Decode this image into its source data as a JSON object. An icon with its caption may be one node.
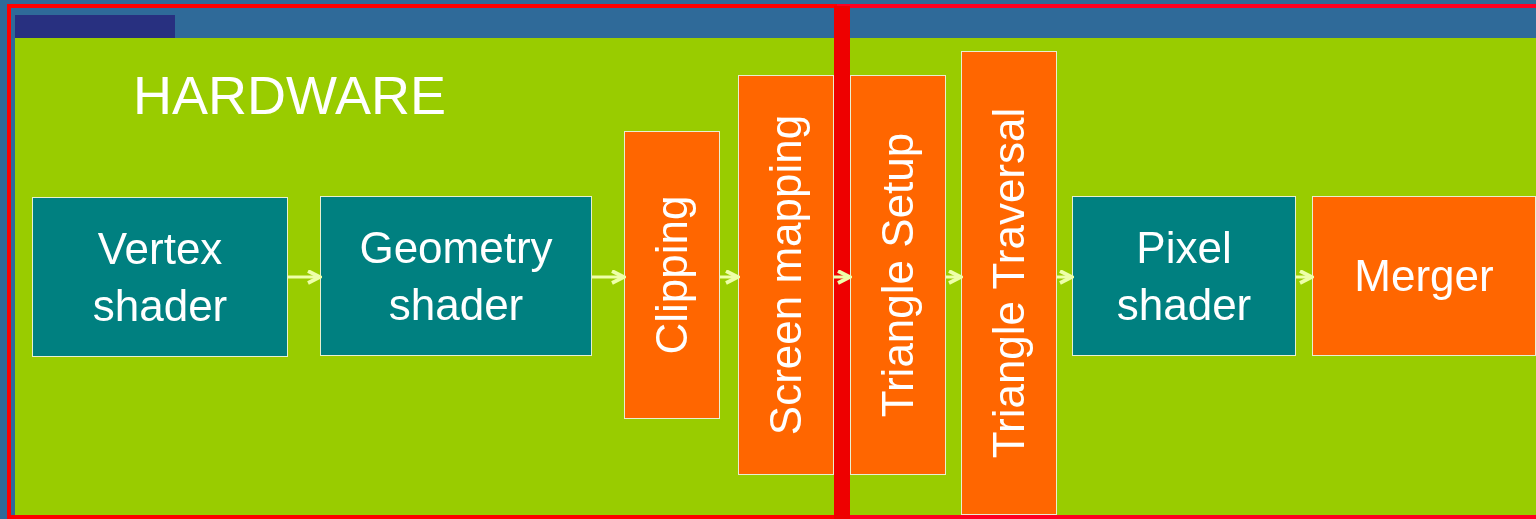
{
  "diagram": {
    "nodes": [
      {
        "text": [
          "HARDWARE"
        ]
      },
      {
        "text": [
          "Vertex shader"
        ],
        "in": 0
      },
      {
        "text": [
          "Geometry shader"
        ],
        "in": 0
      },
      {
        "text": [
          "Clipping"
        ],
        "in": 0
      },
      {
        "text": [
          "Screen mapping"
        ],
        "in": 0
      },
      {
        "text": [
          "Triangle Setup"
        ],
        "in": 0
      },
      {
        "text": [
          "Triangle Traversal"
        ],
        "in": 0
      },
      {
        "text": [
          "Pixel shader"
        ],
        "in": 0
      },
      {
        "text": [
          "Merger"
        ],
        "in": 0
      }
    ],
    "edges": [
      {
        "from": 1,
        "to": 2,
        "arrow": "to"
      },
      {
        "from": 2,
        "to": 3,
        "arrow": "to"
      },
      {
        "from": 3,
        "to": 4,
        "arrow": "to"
      },
      {
        "from": 4,
        "to": 5,
        "arrow": "to"
      },
      {
        "from": 5,
        "to": 6,
        "arrow": "to"
      },
      {
        "from": 6,
        "to": 7,
        "arrow": "to"
      },
      {
        "from": 7,
        "to": 8,
        "arrow": "to"
      }
    ]
  }
}
